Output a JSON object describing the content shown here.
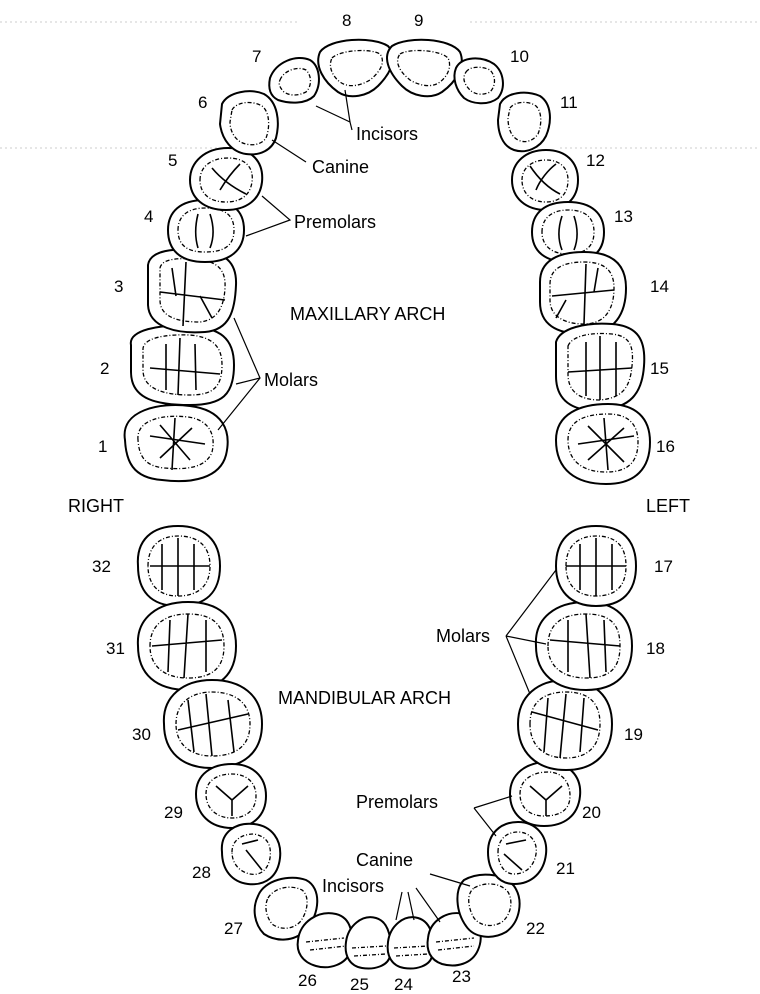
{
  "arches": {
    "maxillary": "MAXILLARY ARCH",
    "mandibular": "MANDIBULAR ARCH"
  },
  "sides": {
    "right": "RIGHT",
    "left": "LEFT"
  },
  "upper_labels": {
    "incisors": "Incisors",
    "canine": "Canine",
    "premolars": "Premolars",
    "molars": "Molars"
  },
  "lower_labels": {
    "molars": "Molars",
    "premolars": "Premolars",
    "canine": "Canine",
    "incisors": "Incisors"
  },
  "teeth": {
    "t1": "1",
    "t2": "2",
    "t3": "3",
    "t4": "4",
    "t5": "5",
    "t6": "6",
    "t7": "7",
    "t8": "8",
    "t9": "9",
    "t10": "10",
    "t11": "11",
    "t12": "12",
    "t13": "13",
    "t14": "14",
    "t15": "15",
    "t16": "16",
    "t17": "17",
    "t18": "18",
    "t19": "19",
    "t20": "20",
    "t21": "21",
    "t22": "22",
    "t23": "23",
    "t24": "24",
    "t25": "25",
    "t26": "26",
    "t27": "27",
    "t28": "28",
    "t29": "29",
    "t30": "30",
    "t31": "31",
    "t32": "32"
  }
}
